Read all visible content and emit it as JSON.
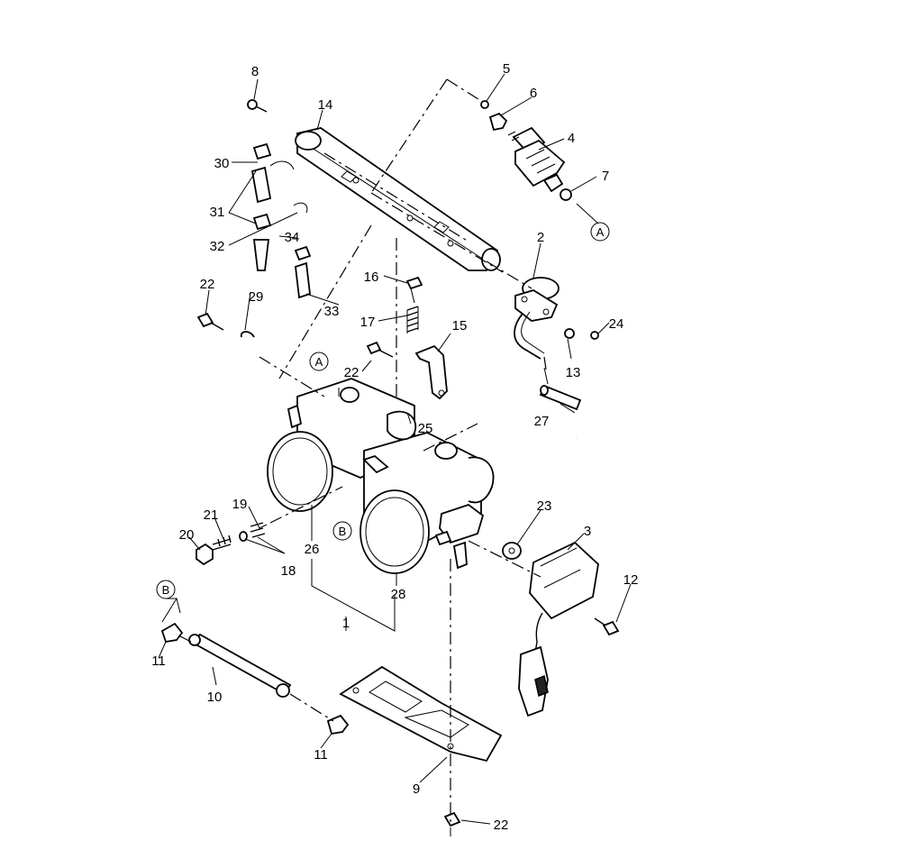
{
  "labels": {
    "l1": "1",
    "l2": "2",
    "l3": "3",
    "l4": "4",
    "l5": "5",
    "l6": "6",
    "l7": "7",
    "l8": "8",
    "l9": "9",
    "l10": "10",
    "l11a": "11",
    "l11b": "11",
    "l12": "12",
    "l13": "13",
    "l14": "14",
    "l15": "15",
    "l16": "16",
    "l17": "17",
    "l18": "18",
    "l19": "19",
    "l20": "20",
    "l21": "21",
    "l22a": "22",
    "l22b": "22",
    "l22c": "22",
    "l23": "23",
    "l24": "24",
    "l25": "25",
    "l26": "26",
    "l27": "27",
    "l28": "28",
    "l29": "29",
    "l30": "30",
    "l31": "31",
    "l32": "32",
    "l33": "33",
    "l34": "34"
  },
  "refs": {
    "a1": "A",
    "a2": "A",
    "b1": "B",
    "b2": "B"
  }
}
